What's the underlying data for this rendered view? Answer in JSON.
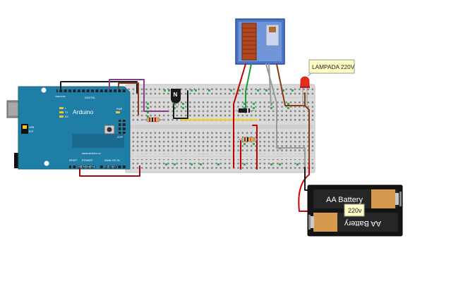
{
  "arduino": {
    "brand": "Arduino",
    "digital_header": "DIGITAL",
    "power_header": "POWER",
    "analog_header": "ANALOG IN",
    "website": "www.arduino.cc",
    "led_labels": [
      "L",
      "TX",
      "RX"
    ],
    "pwr_label": "PWR",
    "icsp_label": "ICSP",
    "ext_label": "EXT",
    "usb_label": "USB",
    "aref_label": "AREF",
    "gnd_label": "GND",
    "reset_label": "RESET",
    "power_pins": "3V3 5V Gnd Vin",
    "analog_pins": "0 1 2 3 4 5"
  },
  "transistor": {
    "label": "N"
  },
  "lamp": {
    "label": "LAMPADA 220V"
  },
  "battery": {
    "top_label": "AA Battery",
    "bottom_label": "AA Battery",
    "voltage_label": "220v"
  },
  "colors": {
    "arduino_board": "#1f7ea6",
    "breadboard": "#d9d9d9",
    "relay_blue": "#4b76c7",
    "label_bg": "#ffffc6",
    "wire_red": "#d40000",
    "wire_black": "#1a1a1a",
    "wire_brown": "#8b3a13",
    "wire_green": "#1a9e3a",
    "wire_gray": "#9a9a9a",
    "wire_yellow": "#f2d016",
    "wire_purple": "#8a3c8e",
    "led_red": "#e42d1c"
  }
}
